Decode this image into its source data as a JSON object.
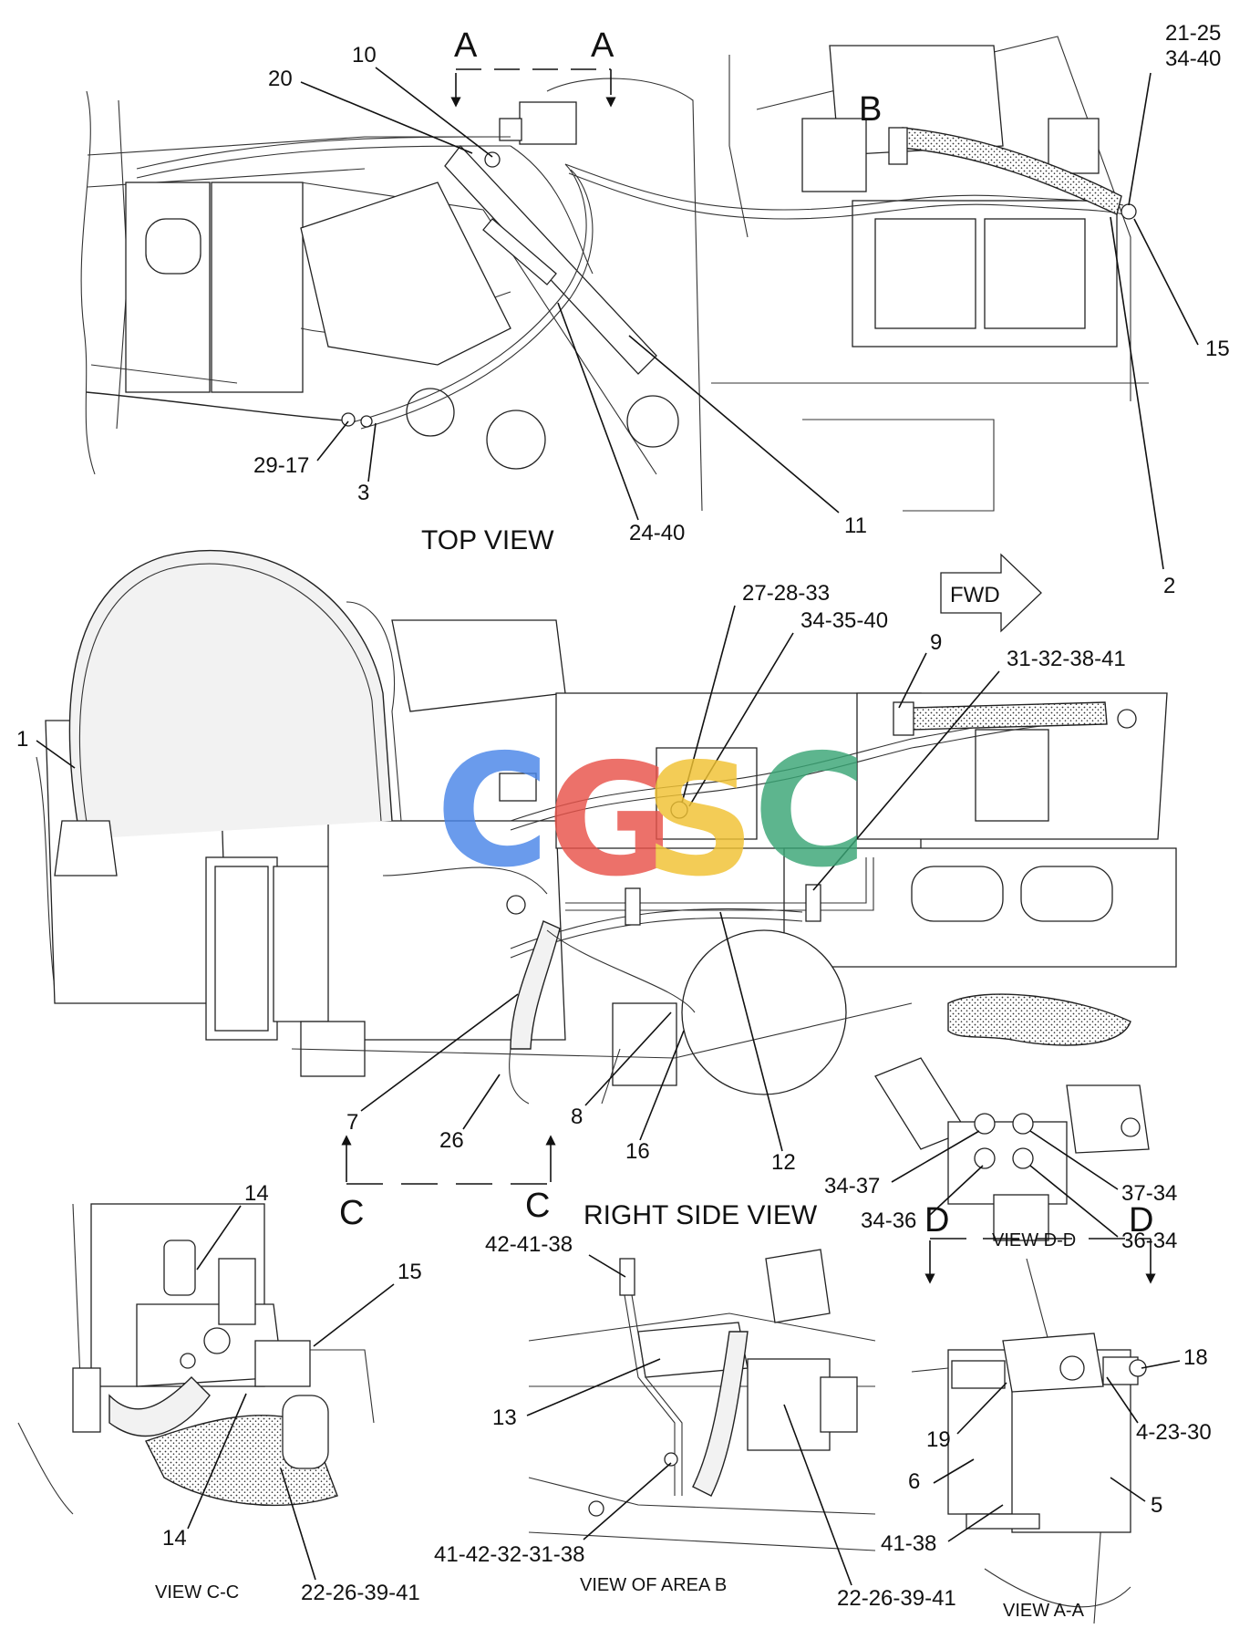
{
  "views": {
    "top_view": "TOP VIEW",
    "right_side_view": "RIGHT SIDE VIEW",
    "view_cc": "VIEW C-C",
    "view_area_b": "VIEW OF AREA B",
    "view_aa": "VIEW A-A",
    "view_dd": "VIEW D-D"
  },
  "section_marks": {
    "a_left": "A",
    "a_right": "A",
    "b": "B",
    "c_left": "C",
    "c_right": "C",
    "d_left": "D",
    "d_right": "D"
  },
  "direction": {
    "fwd": "FWD"
  },
  "watermark": {
    "letters": [
      "C",
      "G",
      "S",
      "C"
    ],
    "colors": [
      "#4a86e8",
      "#e8534a",
      "#f1c232",
      "#3aa676"
    ]
  },
  "callouts": {
    "top": {
      "c20": "20",
      "c10": "10",
      "c21_25": "21-25",
      "c34_40a": "34-40",
      "c15": "15",
      "c29_17": "29-17",
      "c3": "3",
      "c24_40": "24-40",
      "c11": "11",
      "c2": "2"
    },
    "side": {
      "c27_28_33": "27-28-33",
      "c34_35_40": "34-35-40",
      "c9": "9",
      "c31_32_38_41": "31-32-38-41",
      "c1": "1",
      "c7": "7",
      "c26": "26",
      "c8": "8",
      "c16": "16",
      "c12": "12"
    },
    "dd": {
      "c34_37": "34-37",
      "c34_36": "34-36",
      "c37_34": "37-34",
      "c36_34": "36-34"
    },
    "cc": {
      "c14a": "14",
      "c15": "15",
      "c14b": "14",
      "c22_26_39_41": "22-26-39-41"
    },
    "areab": {
      "c42_41_38": "42-41-38",
      "c13": "13",
      "c41_42_32_31_38": "41-42-32-31-38",
      "c22_26_39_41": "22-26-39-41"
    },
    "aa": {
      "c18": "18",
      "c19": "19",
      "c4_23_30": "4-23-30",
      "c6": "6",
      "c5": "5",
      "c41_38": "41-38"
    }
  }
}
